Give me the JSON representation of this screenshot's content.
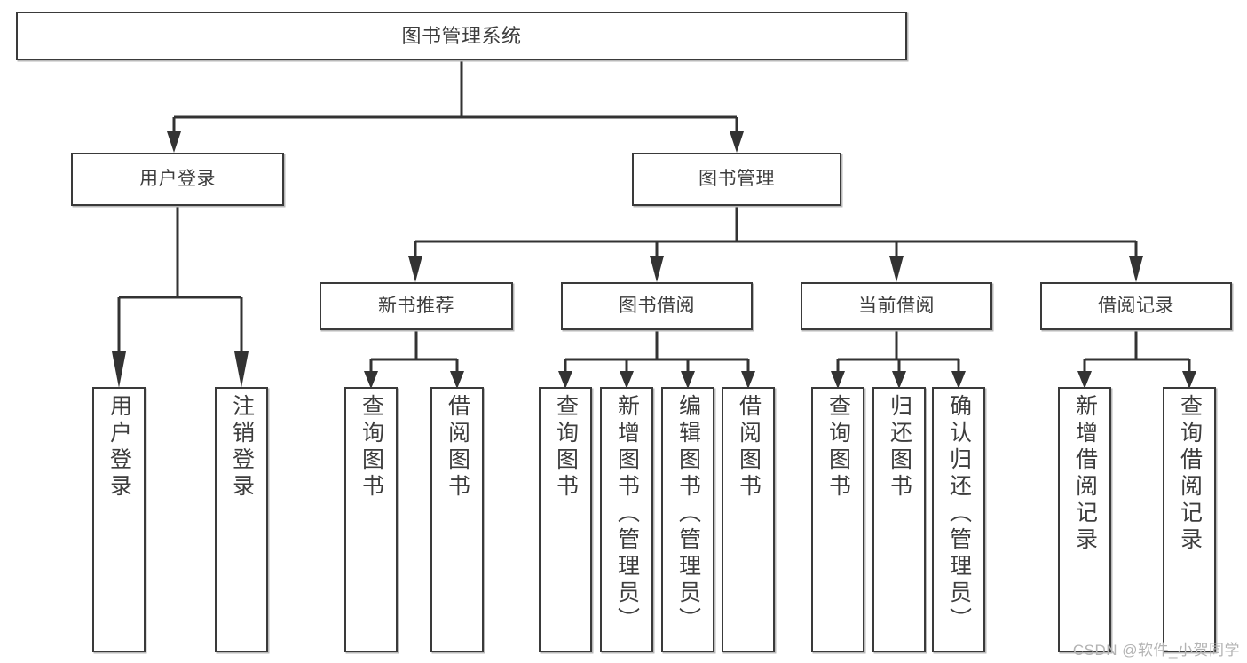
{
  "diagram": {
    "type": "tree",
    "title": "图书管理系统",
    "orientation": "top-down",
    "colors": {
      "box_border": "#3a3a3a",
      "box_fill": "#ffffff",
      "connector": "#333333",
      "text": "#3d3d3d",
      "watermark": "#b3b3b3",
      "background": "#ffffff"
    }
  },
  "nodes": {
    "root": {
      "label": "图书管理系统"
    },
    "level2": [
      {
        "label": "用户登录"
      },
      {
        "label": "图书管理"
      }
    ],
    "level3": [
      {
        "label": "新书推荐"
      },
      {
        "label": "图书借阅"
      },
      {
        "label": "当前借阅"
      },
      {
        "label": "借阅记录"
      }
    ],
    "leaves_user_login": [
      {
        "label": "用户登录"
      },
      {
        "label": "注销登录"
      }
    ],
    "leaves_new_book": [
      {
        "label": "查询图书"
      },
      {
        "label": "借阅图书"
      }
    ],
    "leaves_borrow": [
      {
        "label": "查询图书"
      },
      {
        "label": "新增图书（管理员）"
      },
      {
        "label": "编辑图书（管理员）"
      },
      {
        "label": "借阅图书"
      }
    ],
    "leaves_current": [
      {
        "label": "查询图书"
      },
      {
        "label": "归还图书"
      },
      {
        "label": "确认归还（管理员）"
      }
    ],
    "leaves_record": [
      {
        "label": "新增借阅记录"
      },
      {
        "label": "查询借阅记录"
      }
    ]
  },
  "watermark": {
    "text": "CSDN @软件_小贺同学"
  }
}
